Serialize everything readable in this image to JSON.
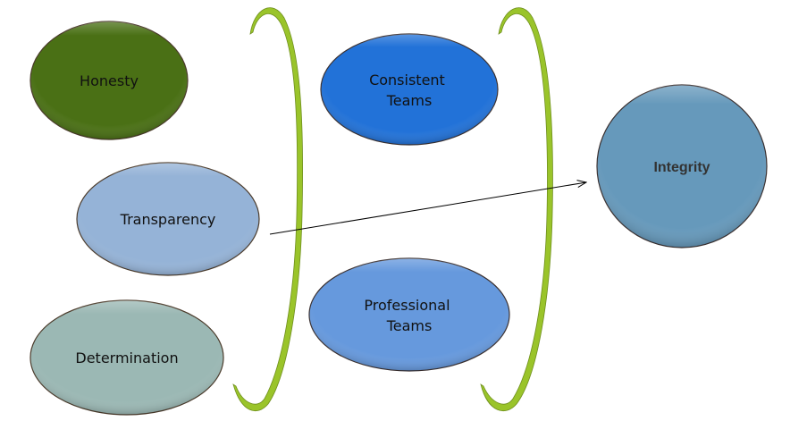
{
  "diagram": {
    "nodes": [
      {
        "id": "honesty",
        "lines": [
          "Honesty"
        ],
        "color": "#4a7015"
      },
      {
        "id": "transparency",
        "lines": [
          "Transparency"
        ],
        "color": "#95b3d7"
      },
      {
        "id": "determination",
        "lines": [
          "Determination"
        ],
        "color": "#9bb8b4"
      },
      {
        "id": "consistent-teams",
        "lines": [
          "Consistent",
          "Teams"
        ],
        "color": "#2272d8"
      },
      {
        "id": "professional-teams",
        "lines": [
          "Professional",
          "Teams"
        ],
        "color": "#6699dd"
      },
      {
        "id": "integrity",
        "lines": [
          "Integrity"
        ],
        "color": "#6699bb"
      }
    ],
    "brackets": [
      {
        "id": "bracket-1",
        "color": "#9ac42a"
      },
      {
        "id": "bracket-2",
        "color": "#9ac42a"
      }
    ],
    "edges": [
      {
        "from": "transparency",
        "to": "integrity",
        "style": "arrow",
        "color": "#000000"
      }
    ]
  }
}
